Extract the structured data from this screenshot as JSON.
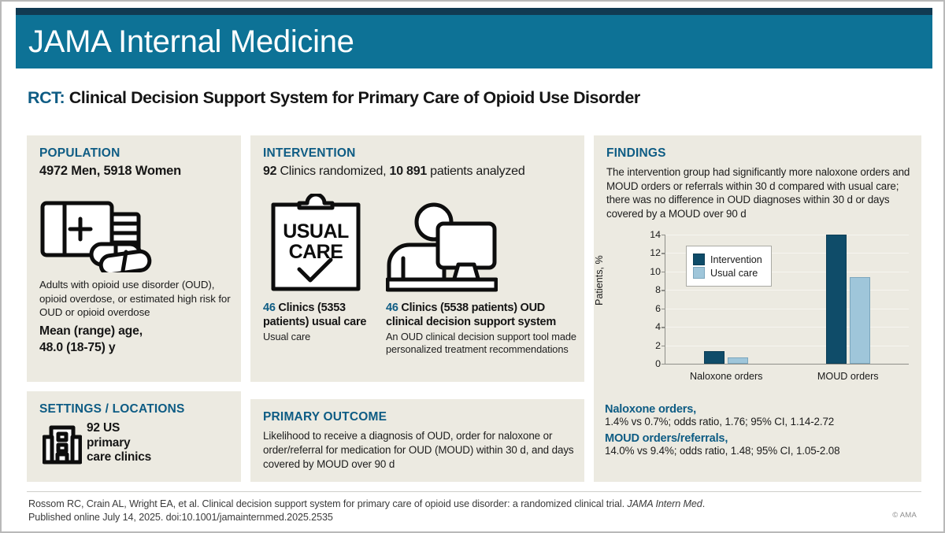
{
  "header": {
    "journal": "JAMA Internal Medicine",
    "brand_teal": "#0d7296",
    "brand_navy": "#113a52"
  },
  "article": {
    "label": "RCT:",
    "title": "Clinical Decision Support System for Primary Care of Opioid Use Disorder"
  },
  "population": {
    "heading": "POPULATION",
    "counts": "4972  Men, 5918 Women",
    "description": "Adults with opioid use disorder (OUD), opioid overdose, or estimated high risk for OUD or opioid overdose",
    "age_label": "Mean (range) age,",
    "age_value": "48.0 (18-75) y",
    "icon": "pill-bottle-icon"
  },
  "settings": {
    "heading": "SETTINGS / LOCATIONS",
    "text": "92 US primary care clinics",
    "icon": "clinic-building-icon"
  },
  "intervention": {
    "heading": "INTERVENTION",
    "summary_prefix": "92",
    "summary_mid": " Clinics randomized, ",
    "summary_count": "10 891",
    "summary_suffix": " patients analyzed",
    "arms": [
      {
        "num": "46",
        "title": " Clinics (5353 patients) usual care",
        "note": "Usual care",
        "icon": "clipboard-usual-care-icon",
        "icon_text_line1": "USUAL",
        "icon_text_line2": "CARE"
      },
      {
        "num": "46",
        "title": " Clinics (5538 patients) OUD clinical decision support system",
        "note": "An OUD clinical decision support tool made personalized treatment recommendations",
        "icon": "clinician-at-computer-icon"
      }
    ]
  },
  "primary_outcome": {
    "heading": "PRIMARY OUTCOME",
    "text": "Likelihood to receive a diagnosis of OUD, order for naloxone or order/referral for medication for OUD (MOUD) within 30 d, and days covered by MOUD over 90 d"
  },
  "findings": {
    "heading": "FINDINGS",
    "text": "The intervention group had significantly more naloxone orders and MOUD orders or referrals within 30 d compared with usual care; there was no difference in OUD diagnoses within 30 d or days covered by a MOUD over 90 d",
    "stats": [
      {
        "label": "Naloxone orders,",
        "value": "1.4% vs 0.7%; odds ratio, 1.76; 95% CI, 1.14-2.72"
      },
      {
        "label": "MOUD orders/referrals,",
        "value": "14.0% vs 9.4%; odds ratio, 1.48; 95% CI, 1.05-2.08"
      }
    ]
  },
  "chart_data": {
    "type": "bar",
    "title": "",
    "xlabel": "",
    "ylabel": "Patients, %",
    "categories": [
      "Naloxone orders",
      "MOUD orders"
    ],
    "series": [
      {
        "name": "Intervention",
        "values": [
          1.4,
          14.0
        ],
        "color": "#0f4c69"
      },
      {
        "name": "Usual care",
        "values": [
          0.7,
          9.4
        ],
        "color": "#9fc6da"
      }
    ],
    "ylim": [
      0,
      14
    ],
    "yticks": [
      0,
      2,
      4,
      6,
      8,
      10,
      12,
      14
    ],
    "ytick_labels": [
      "0",
      "2",
      "4",
      "6",
      "8",
      "10",
      "12",
      "14"
    ],
    "grid": true,
    "legend_position": "upper-left"
  },
  "footer": {
    "citation_part1": "Rossom RC, Crain AL, Wright EA, et al. Clinical decision support system for primary care of opioid use disorder: a randomized clinical trial. ",
    "citation_journal": "JAMA Intern Med",
    "citation_part2": ". Published online July 14, 2025. doi:10.1001/jamainternmed.2025.2535",
    "copyright": "© AMA"
  }
}
